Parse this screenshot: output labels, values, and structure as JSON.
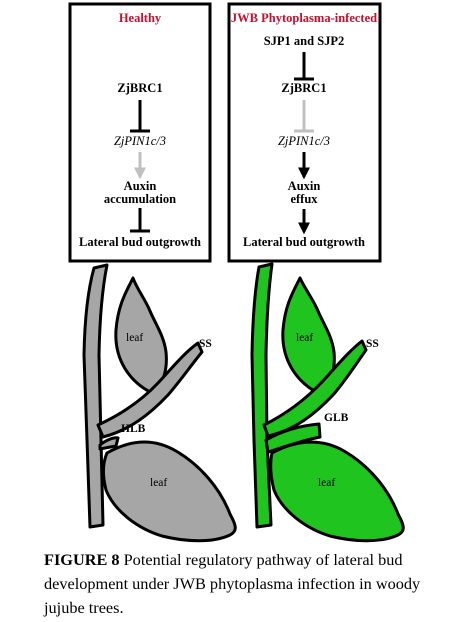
{
  "panels": {
    "healthy": {
      "title": "Healthy",
      "regulator": "ZjBRC1",
      "gene": "ZjPIN1c/3",
      "auxin_line1": "Auxin",
      "auxin_line2": "accumulation",
      "outcome": "Lateral bud outgrowth"
    },
    "infected": {
      "title": "JWB Phytoplasma-infected",
      "effectors": "SJP1 and SJP2",
      "regulator": "ZjBRC1",
      "gene": "ZjPIN1c/3",
      "auxin_line1": "Auxin",
      "auxin_line2": "effux",
      "outcome": "Lateral bud outgrowth"
    }
  },
  "plants": {
    "healthy": {
      "leaf_top": "leaf",
      "leaf_bottom": "leaf",
      "shoot_label": "SS",
      "bud_label": "HLB"
    },
    "infected": {
      "leaf_top": "leaf",
      "leaf_bottom": "leaf",
      "shoot_label": "SS",
      "bud_label": "GLB"
    }
  },
  "colors": {
    "title_red": "#c8102e",
    "healthy_plant": "#a6a6a6",
    "infected_plant": "#1fc41f",
    "faded_arrow": "#c0c0c0"
  },
  "caption": {
    "label": "FIGURE 8",
    "text": " Potential regulatory pathway of lateral bud development under JWB phytoplasma infection in woody jujube trees."
  }
}
